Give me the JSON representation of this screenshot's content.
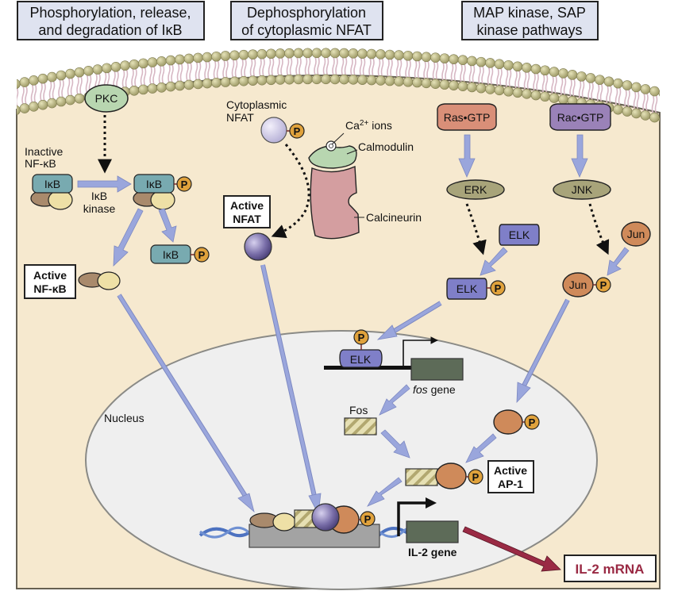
{
  "headers": [
    {
      "line1": "Phosphorylation, release,",
      "line2": "and degradation of IκB"
    },
    {
      "line1": "Dephosphorylation",
      "line2": "of cytoplasmic NFAT"
    },
    {
      "line1": "MAP kinase, SAP",
      "line2": "kinase pathways"
    }
  ],
  "nfkb": {
    "pkc": "PKC",
    "inactive_line1": "Inactive",
    "inactive_line2": "NF-κB",
    "ikb": "IκB",
    "kinase_line1": "IκB",
    "kinase_line2": "kinase",
    "active_line1": "Active",
    "active_line2": "NF-κB"
  },
  "nfat": {
    "cyto_line1": "Cytoplasmic",
    "cyto_line2": "NFAT",
    "ca_prefix": "Ca",
    "ca_sup": "2+",
    "ca_suffix": " ions",
    "calmodulin": "Calmodulin",
    "calcineurin": "Calcineurin",
    "active_line1": "Active",
    "active_line2": "NFAT"
  },
  "mapk": {
    "ras": "Ras•GTP",
    "rac": "Rac•GTP",
    "erk": "ERK",
    "jnk": "JNK",
    "elk": "ELK",
    "jun": "Jun"
  },
  "phospho": "P",
  "nucleus": {
    "label": "Nucleus",
    "fos_gene_italic": "fos",
    "fos_gene_suffix": " gene",
    "fos": "Fos",
    "ap1_line1": "Active",
    "ap1_line2": "AP-1",
    "il2_gene": "IL-2 gene"
  },
  "output": {
    "il2_mrna": "IL-2 mRNA"
  },
  "colors": {
    "header_bg": "#dfe3f0",
    "cytoplasm": "#f6e9cf",
    "nucleus": "#efefef",
    "arrow": "#9aa6dc",
    "ikb": "#78aab0",
    "phospho": "#e0a23c",
    "pkc": "#b8d6b0",
    "ras": "#d98f78",
    "rac": "#9a82b8",
    "kinase_oval": "#a8a47a",
    "elk": "#7f7fc8",
    "jun": "#cf8a5a",
    "gene": "#5d6b58",
    "mrna": "#9a2a44"
  }
}
